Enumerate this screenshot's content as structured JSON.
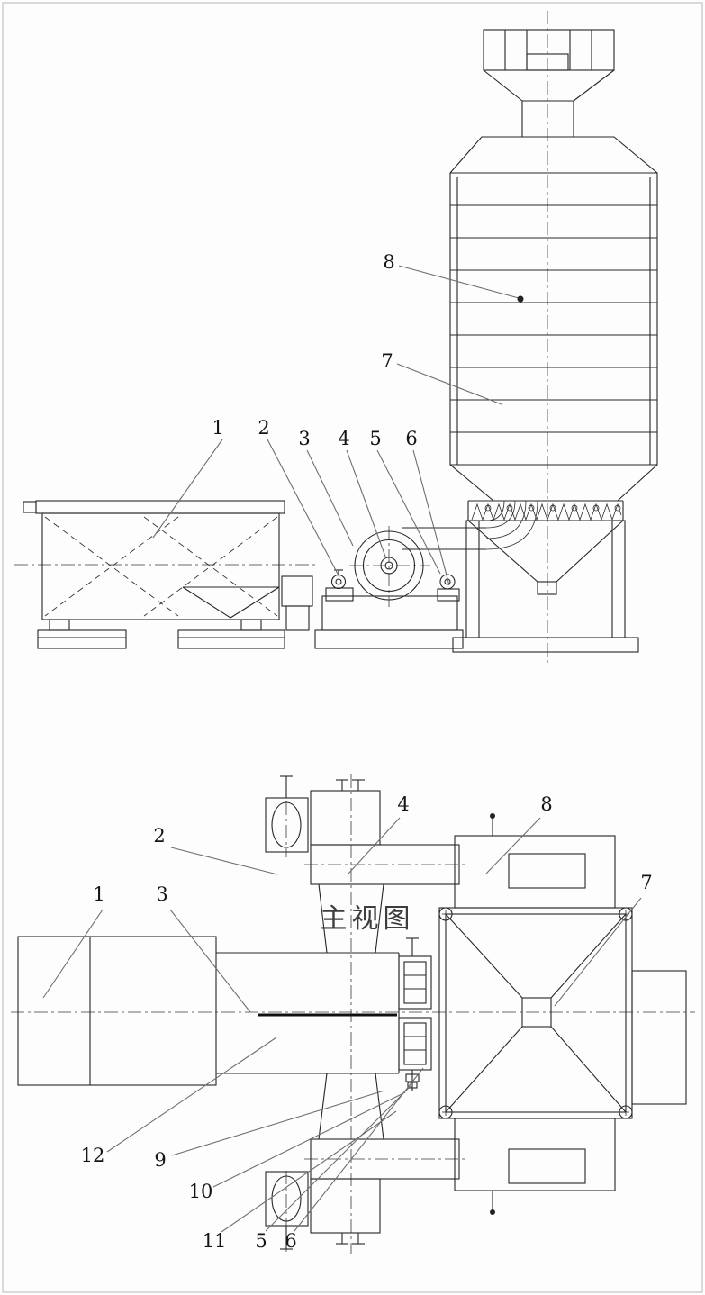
{
  "colors": {
    "ink": "#262626",
    "leader": "#6e6e6e",
    "background": "#fdfdfd"
  },
  "front": {
    "labels": {
      "l1": "1",
      "l2": "2",
      "l3": "3",
      "l4": "4",
      "l5": "5",
      "l6": "6",
      "l7": "7",
      "l8": "8"
    }
  },
  "plan": {
    "caption": "主视图",
    "labels": {
      "l1": "1",
      "l2": "2",
      "l3": "3",
      "l4": "4",
      "l5": "5",
      "l6": "6",
      "l7": "7",
      "l8": "8",
      "l9": "9",
      "l10": "10",
      "l11": "11",
      "l12": "12"
    }
  }
}
